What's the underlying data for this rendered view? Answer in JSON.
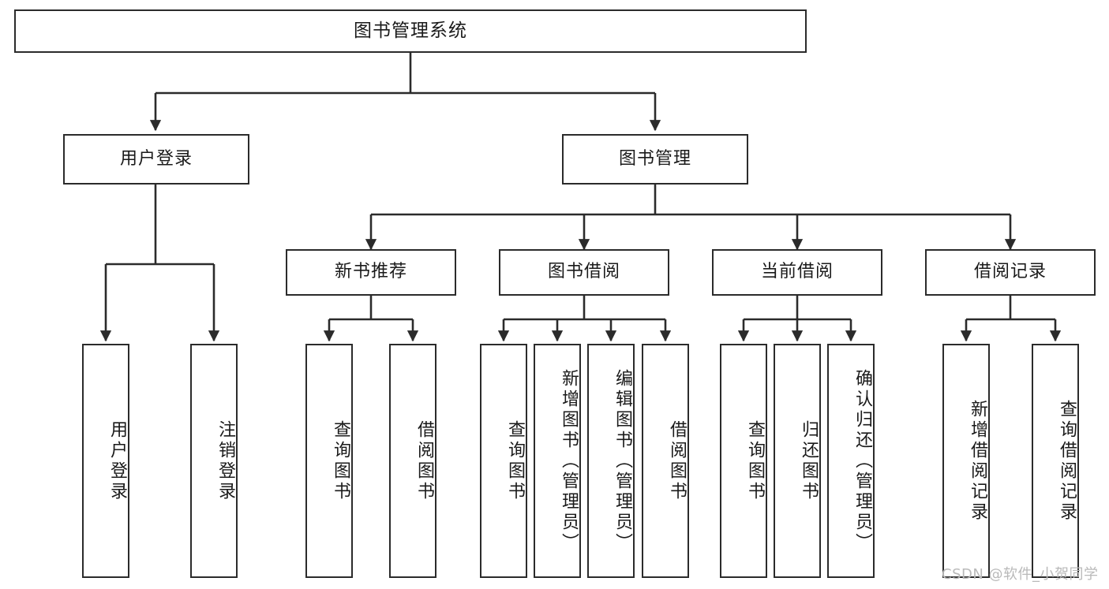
{
  "diagram": {
    "title": "图书管理系统",
    "type": "tree-hierarchy-chart",
    "root": {
      "label": "图书管理系统"
    },
    "level1": [
      {
        "label": "用户登录"
      },
      {
        "label": "图书管理"
      }
    ],
    "level2": [
      {
        "label": "新书推荐"
      },
      {
        "label": "图书借阅"
      },
      {
        "label": "当前借阅"
      },
      {
        "label": "借阅记录"
      }
    ],
    "leaves": {
      "user_login": [
        {
          "label": "用户登录"
        },
        {
          "label": "注销登录"
        }
      ],
      "new_book_recommend": [
        {
          "label": "查询图书"
        },
        {
          "label": "借阅图书"
        }
      ],
      "book_borrow": [
        {
          "label": "查询图书"
        },
        {
          "label": "新增图书（管理员）"
        },
        {
          "label": "编辑图书（管理员）"
        },
        {
          "label": "借阅图书"
        }
      ],
      "current_borrow": [
        {
          "label": "查询图书"
        },
        {
          "label": "归还图书"
        },
        {
          "label": "确认归还（管理员）"
        }
      ],
      "borrow_record": [
        {
          "label": "新增借阅记录"
        },
        {
          "label": "查询借阅记录"
        }
      ]
    }
  },
  "watermark": {
    "text": "CSDN @软件_小贺同学"
  },
  "colors": {
    "box_border": "#2b2b2b",
    "box_fill": "#ffffff",
    "text": "#1a1a1a",
    "edge": "#2b2b2b",
    "watermark": "#b9b9b9",
    "background": "#ffffff"
  }
}
